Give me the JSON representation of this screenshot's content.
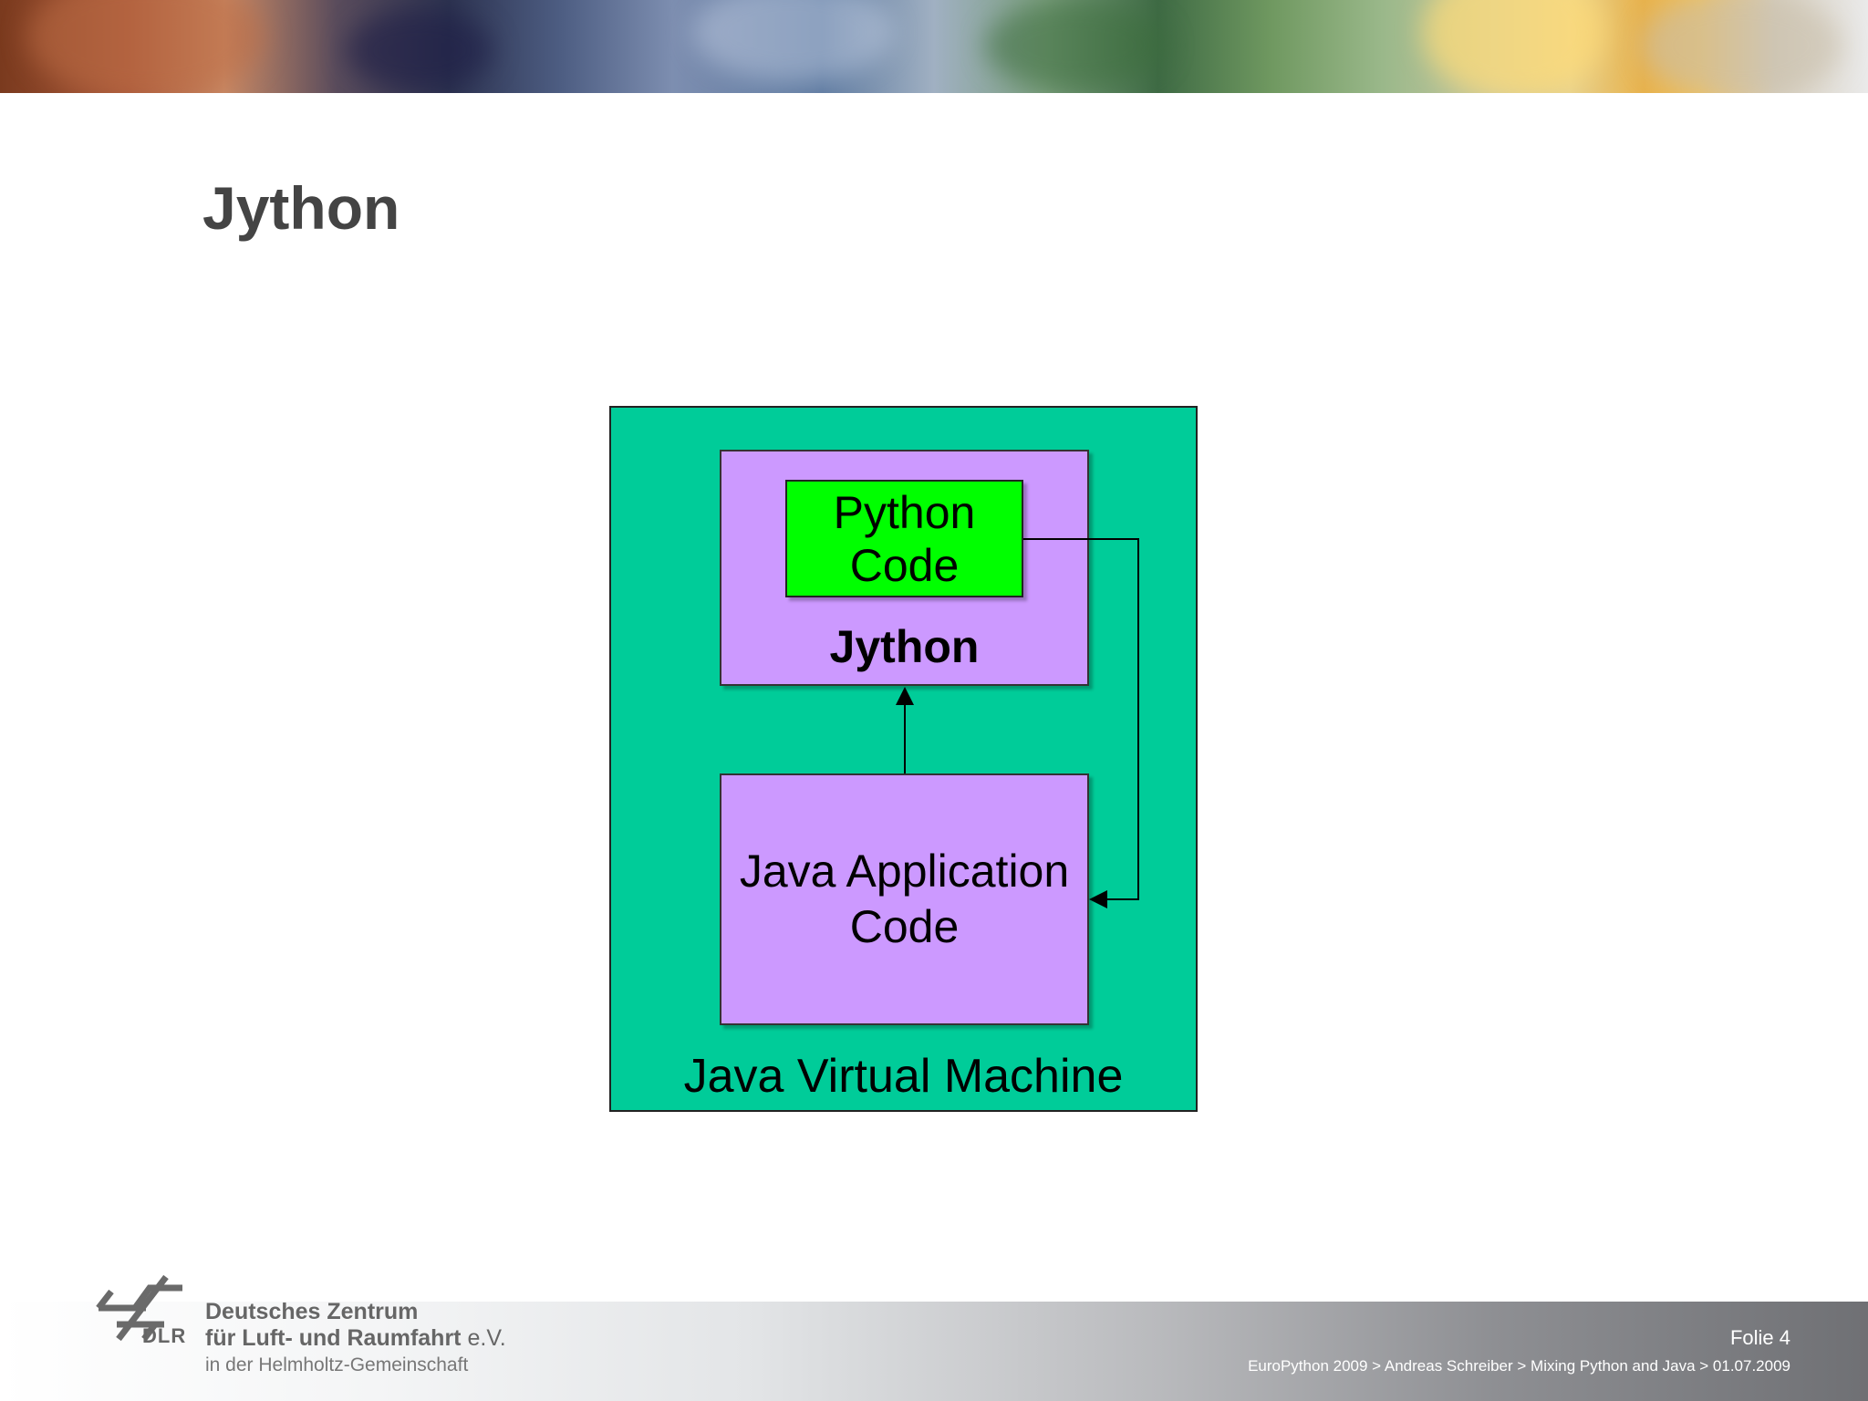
{
  "slide": {
    "title": "Jython"
  },
  "diagram": {
    "jvm_label": "Java Virtual Machine",
    "jython_label": "Jython",
    "python_code_line1": "Python",
    "python_code_line2": "Code",
    "java_app_line1": "Java Application",
    "java_app_line2": "Code",
    "colors": {
      "jvm": "#00cc99",
      "jython": "#cc99ff",
      "python_code": "#00ff00",
      "java_app": "#cc99ff"
    }
  },
  "footer": {
    "org_line1": "Deutsches Zentrum",
    "org_line2": "für Luft- und Raumfahrt",
    "org_line2_suffix": "e.V.",
    "org_line3": "in der Helmholtz-Gemeinschaft",
    "logo_abbr": "DLR",
    "slide_number": "Folie 4",
    "info": "EuroPython 2009 > Andreas Schreiber > Mixing Python and Java > 01.07.2009"
  }
}
